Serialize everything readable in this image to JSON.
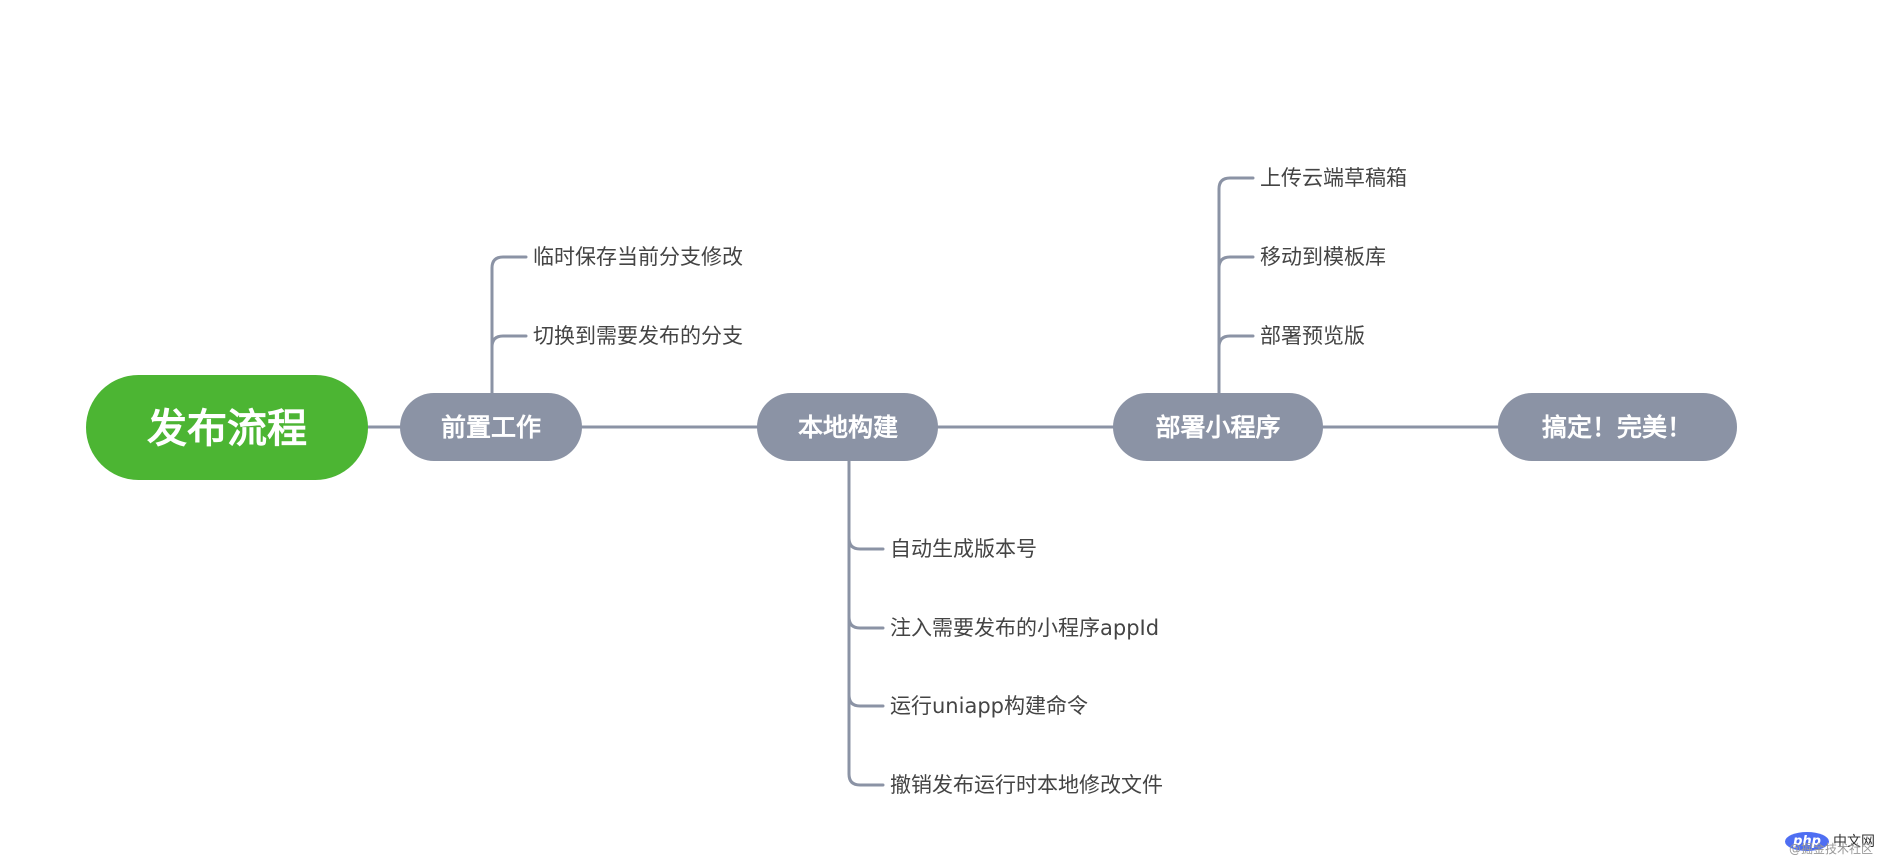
{
  "root": {
    "label": "发布流程",
    "color": "#4cb533"
  },
  "stages": [
    {
      "label": "前置工作",
      "children_position": "above",
      "children": [
        "临时保存当前分支修改",
        "切换到需要发布的分支"
      ]
    },
    {
      "label": "本地构建",
      "children_position": "below",
      "children": [
        "自动生成版本号",
        "注入需要发布的小程序appId",
        "运行uniapp构建命令",
        "撤销发布运行时本地修改文件"
      ]
    },
    {
      "label": "部署小程序",
      "children_position": "above",
      "children": [
        "上传云端草稿箱",
        "移动到模板库",
        "部署预览版"
      ]
    },
    {
      "label": "搞定！完美！",
      "children_position": "none",
      "children": []
    }
  ],
  "colors": {
    "stage_node": "#8b93a5",
    "connector": "#8b93a5",
    "leaf_text": "#444444"
  },
  "watermark": {
    "logo": "php",
    "site": "中文网",
    "handle": "@掘金技术社区"
  }
}
